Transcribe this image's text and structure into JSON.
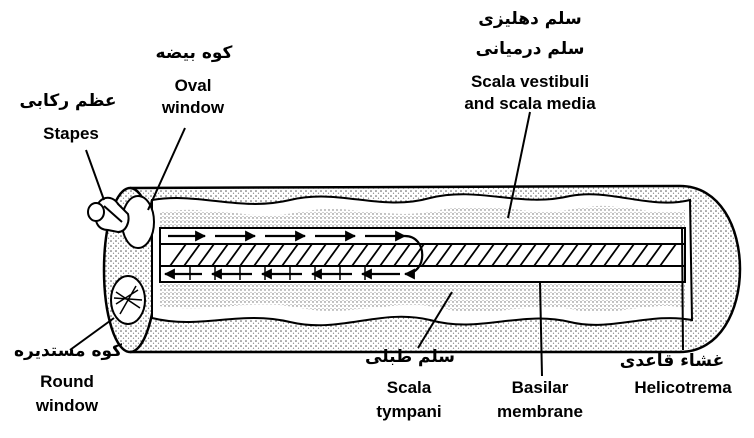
{
  "labels": {
    "stapes": {
      "fa": "عظم رکابی",
      "en": "Stapes"
    },
    "oval_window": {
      "fa": "کوه بیضه",
      "en_line1": "Oval",
      "en_line2": "window"
    },
    "scala_vestibuli": {
      "fa_line1": "سلم دهلیزی",
      "fa_line2": "سلم درمیانی",
      "en_line1": "Scala vestibuli",
      "en_line2": "and scala media"
    },
    "round_window": {
      "fa": "کوه مستدیره",
      "en_line1": "Round",
      "en_line2": "window"
    },
    "scala_tympani": {
      "fa": "سلم طبلی",
      "en_line1": "Scala",
      "en_line2": "tympani"
    },
    "basilar_membrane": {
      "en_line1": "Basilar",
      "en_line2": "membrane"
    },
    "helicotrema": {
      "fa": "غشاء قاعدی",
      "en": "Helicotrema"
    }
  },
  "colors": {
    "ink": "#000000",
    "stipple": "#7a7a7a",
    "background": "#ffffff"
  }
}
